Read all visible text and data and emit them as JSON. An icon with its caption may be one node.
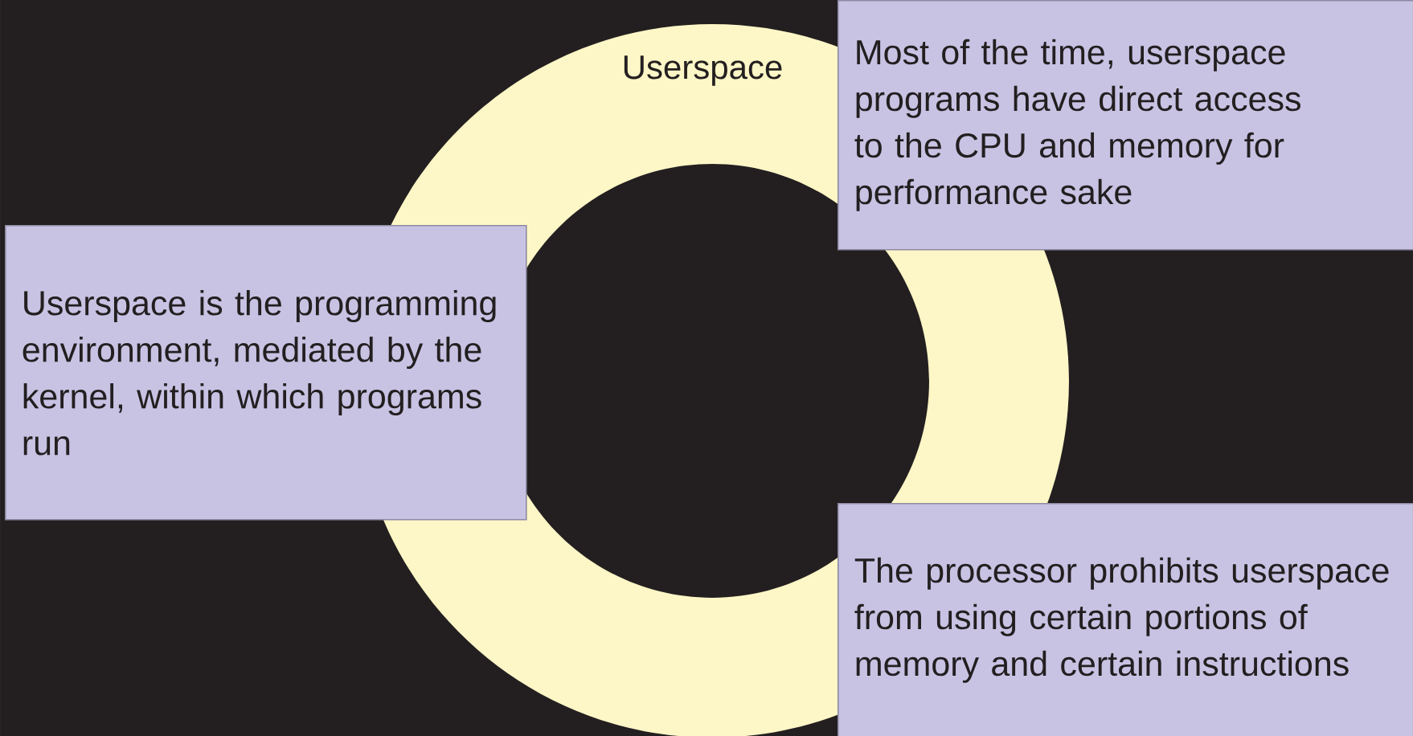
{
  "diagram": {
    "nodes": [
      {
        "text": [
          "Userspace"
        ]
      },
      {
        "text": [
          "Userspace is the programming environment, mediated by the kernel, within which programs run"
        ]
      },
      {
        "text": [
          "Most of the time, userspace programs have direct access to the CPU and memory for performance sake"
        ]
      },
      {
        "text": [
          "The processor prohibits userspace from using certain portions of memory and certain instructions"
        ]
      }
    ]
  }
}
